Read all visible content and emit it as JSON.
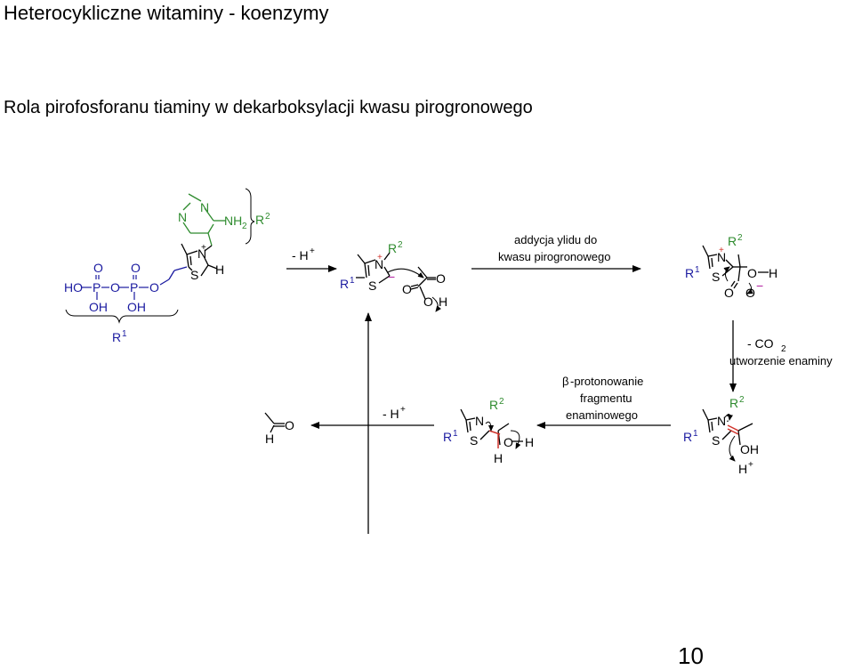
{
  "page": {
    "title": "Heterocykliczne witaminy - koenzymy",
    "subtitle": "Rola pirofosforanu tiaminy w dekarboksylacji kwasu pirogronowego",
    "page_number": "10"
  },
  "labels": {
    "minus_h_plus": "- H",
    "h_plus_sup": "+",
    "addition_line1": "addycja ylidu do",
    "addition_line2": "kwasu pirogronowego",
    "co2_loss": "- CO",
    "co2_sub": "2",
    "enamine_formation": "utworzenie enaminy",
    "beta": "β",
    "protonation_line1": "-protonowanie",
    "protonation_line2": "fragmentu",
    "protonation_line3": "enaminowego",
    "r1": "R",
    "r1_sup": "1",
    "r2": "R",
    "r2_sup": "2"
  },
  "atoms": {
    "N": "N",
    "S": "S",
    "O": "O",
    "H": "H",
    "P": "P",
    "HO": "HO",
    "OH": "OH",
    "NH": "NH",
    "NH_sub": "2",
    "plus": "+",
    "minus": "−",
    "dots": ":"
  },
  "colors": {
    "green": "#2e8b2e",
    "blue": "#1a1aa0",
    "red": "#d0342c",
    "purple": "#b01ea0",
    "black": "#000000"
  }
}
